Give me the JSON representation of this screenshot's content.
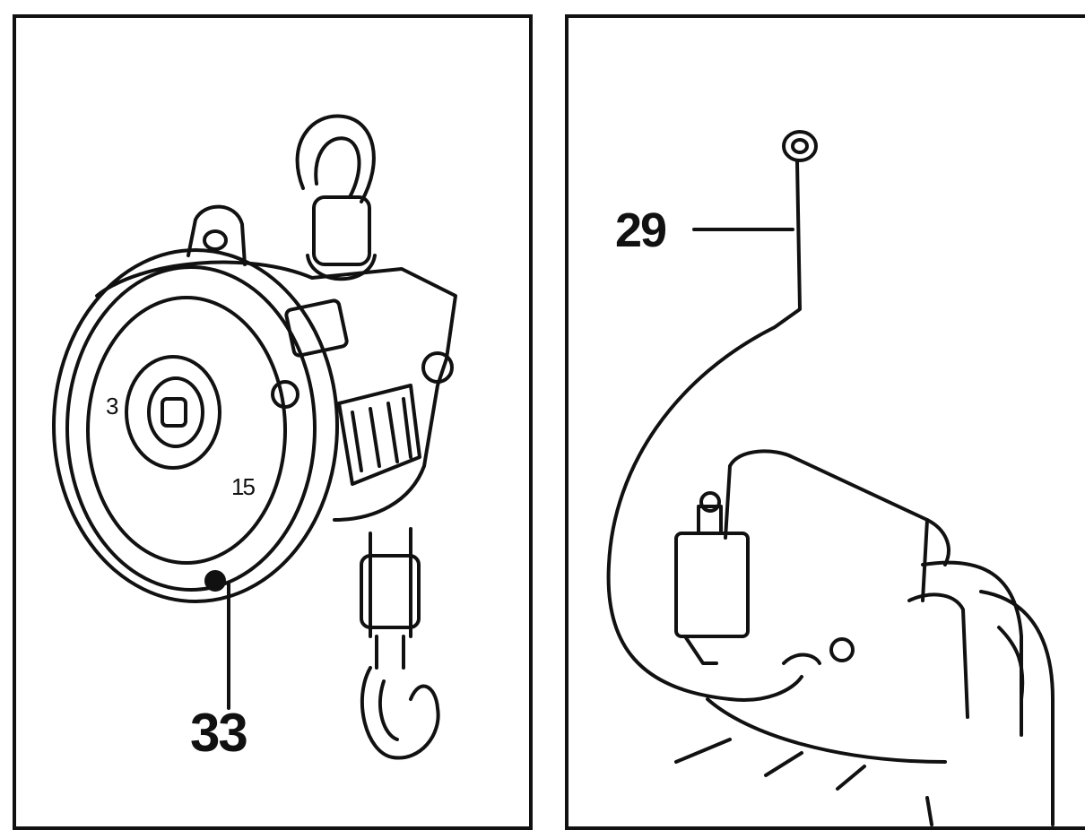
{
  "left_panel": {
    "callout_label": "33",
    "dial_marks": [
      "3",
      "15"
    ]
  },
  "right_panel": {
    "callout_label": "29"
  },
  "colors": {
    "ink": "#111111",
    "paper": "#ffffff"
  }
}
